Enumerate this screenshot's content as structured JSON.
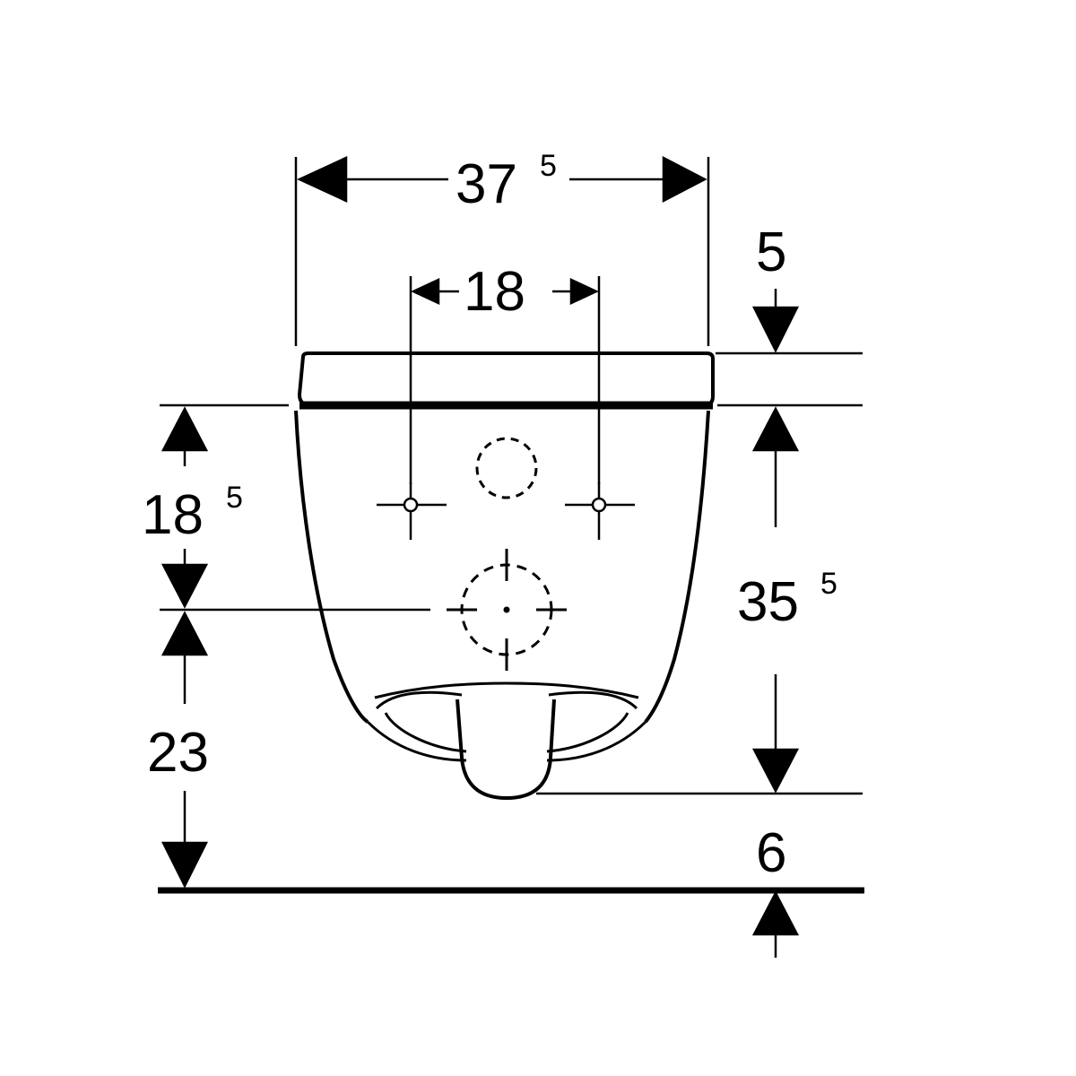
{
  "dimensions": {
    "overall_width": {
      "main": "37",
      "sup": "5"
    },
    "fixing_spacing": {
      "main": "18"
    },
    "seat_thickness": {
      "main": "5"
    },
    "fixing_to_outlet": {
      "main": "18",
      "sup": "5"
    },
    "outlet_height": {
      "main": "23"
    },
    "bowl_height": {
      "main": "35",
      "sup": "5"
    },
    "floor_gap": {
      "main": "6"
    }
  },
  "colors": {
    "line": "#000000",
    "background": "#ffffff"
  }
}
